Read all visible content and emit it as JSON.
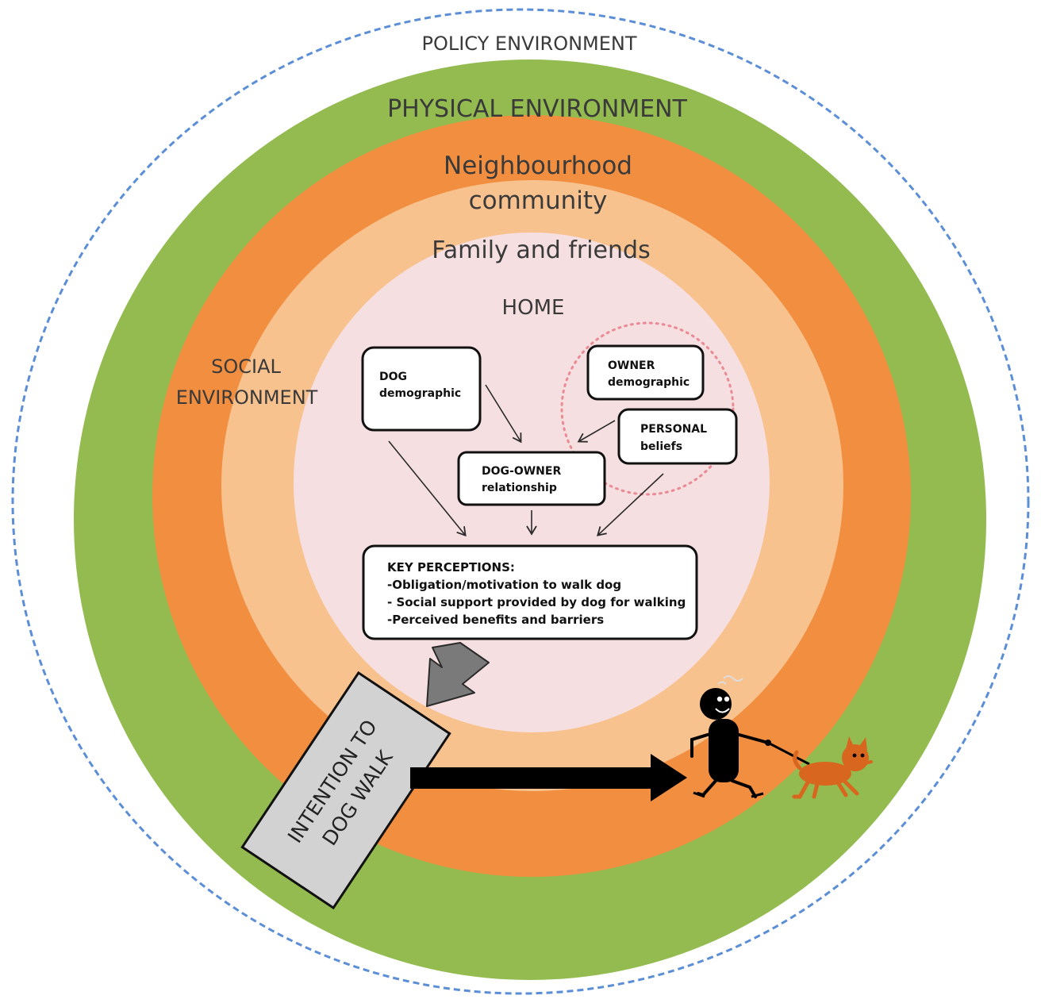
{
  "rings": {
    "policy": "POLICY ENVIRONMENT",
    "physical": "PHYSICAL ENVIRONMENT",
    "neighbourhood_line1": "Neighbourhood",
    "neighbourhood_line2": "community",
    "family": "Family and friends",
    "home": "HOME",
    "social_line1": "SOCIAL",
    "social_line2": "ENVIRONMENT"
  },
  "boxes": {
    "dog_line1": "DOG",
    "dog_line2": "demographic",
    "owner_line1": "OWNER",
    "owner_line2": "demographic",
    "personal_line1": "PERSONAL",
    "personal_line2": "beliefs",
    "relationship_line1": "DOG-OWNER",
    "relationship_line2": "relationship",
    "key_title": "KEY PERCEPTIONS:",
    "key_item1": "-Obligation/motivation to walk dog",
    "key_item2": "- Social support provided by dog for walking",
    "key_item3": "-Perceived benefits and barriers"
  },
  "intention": {
    "line1": "INTENTION TO",
    "line2": "DOG WALK"
  },
  "colors": {
    "policy_border": "#5b8ed6",
    "physical_green": "#93bb4f",
    "neighbourhood_orange": "#f28e3f",
    "family_peach": "#f8c28f",
    "home_pink": "#f6dfe0",
    "dog_orange": "#d9661e",
    "dotted_pink": "#e98a95",
    "intention_gray": "#d2d2d2",
    "gray_arrow": "#7a7a7a"
  },
  "icons": {
    "walker": "stick-figure-walking-icon",
    "dog": "dog-icon"
  }
}
